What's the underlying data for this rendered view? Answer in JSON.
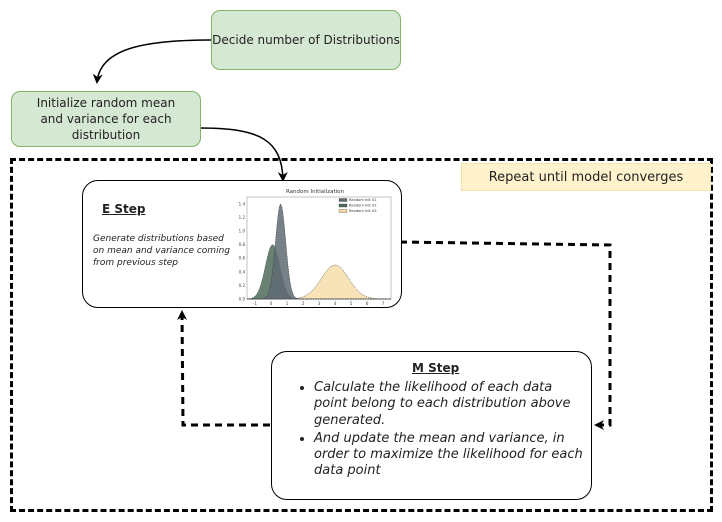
{
  "nodes": {
    "decide": {
      "label": "Decide number of Distributions"
    },
    "initialize": {
      "label": "Initialize random mean and variance for each distribution"
    },
    "repeat_note": {
      "label": "Repeat until model converges"
    },
    "e_step": {
      "title": "E Step",
      "description": "Generate distributions based on mean and variance coming from previous step"
    },
    "m_step": {
      "title": "M Step",
      "bullets": [
        "Calculate the likelihood of each data point belong to each distribution above generated.",
        "And update the mean and variance, in order to maximize the likelihood for each data point"
      ]
    }
  },
  "chart_data": {
    "type": "area",
    "title": "Random Initialization",
    "legend": [
      "Random Init 01",
      "Random Init 02",
      "Random Init 03"
    ],
    "x_ticks": [
      "-1",
      "0",
      "1",
      "2",
      "3",
      "4",
      "5",
      "6",
      "7"
    ],
    "y_ticks": [
      "0.0",
      "0.2",
      "0.4",
      "0.6",
      "0.8",
      "1.0",
      "1.2",
      "1.4"
    ],
    "xlim": [
      -1.5,
      7.5
    ],
    "ylim": [
      0,
      1.5
    ],
    "series": [
      {
        "name": "Random Init 01",
        "mean": 0.6,
        "sd": 0.32,
        "peak": 1.4,
        "color": "#5f6b73"
      },
      {
        "name": "Random Init 02",
        "mean": 0.1,
        "sd": 0.45,
        "peak": 0.8,
        "color": "#4f6b5a"
      },
      {
        "name": "Random Init 03",
        "mean": 4.0,
        "sd": 0.85,
        "peak": 0.5,
        "color": "#f5d9a0"
      }
    ]
  },
  "colors": {
    "green_fill": "#d5e8d4",
    "green_border": "#82b366",
    "note_fill": "#fff2cc"
  }
}
